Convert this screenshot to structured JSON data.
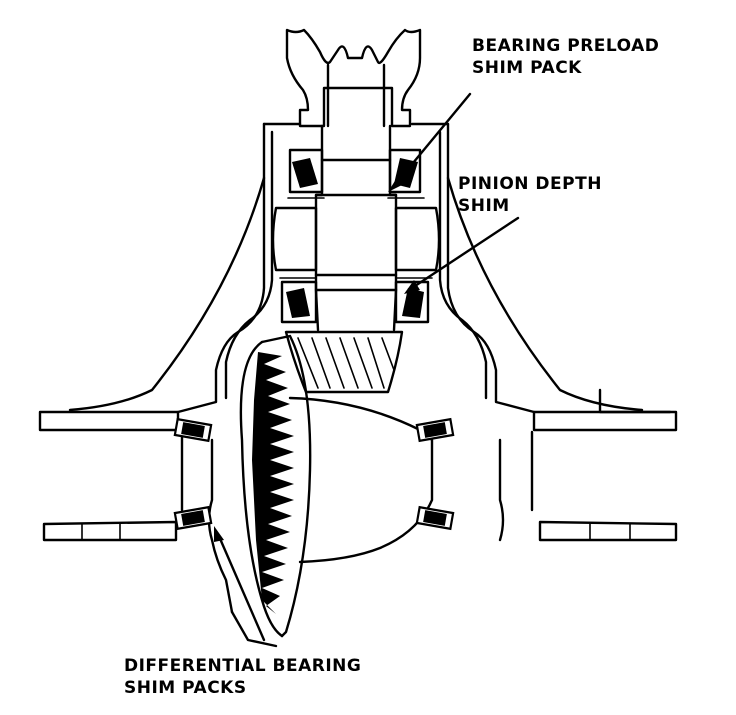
{
  "labels": {
    "bearing_preload": [
      "BEARING PRELOAD",
      "SHIM PACK"
    ],
    "pinion_depth": [
      "PINION DEPTH",
      "SHIM"
    ],
    "differential_bearing": [
      "DIFFERENTIAL BEARING",
      "SHIM PACKS"
    ]
  },
  "colors": {
    "ink": "#000000",
    "paper": "#ffffff"
  }
}
